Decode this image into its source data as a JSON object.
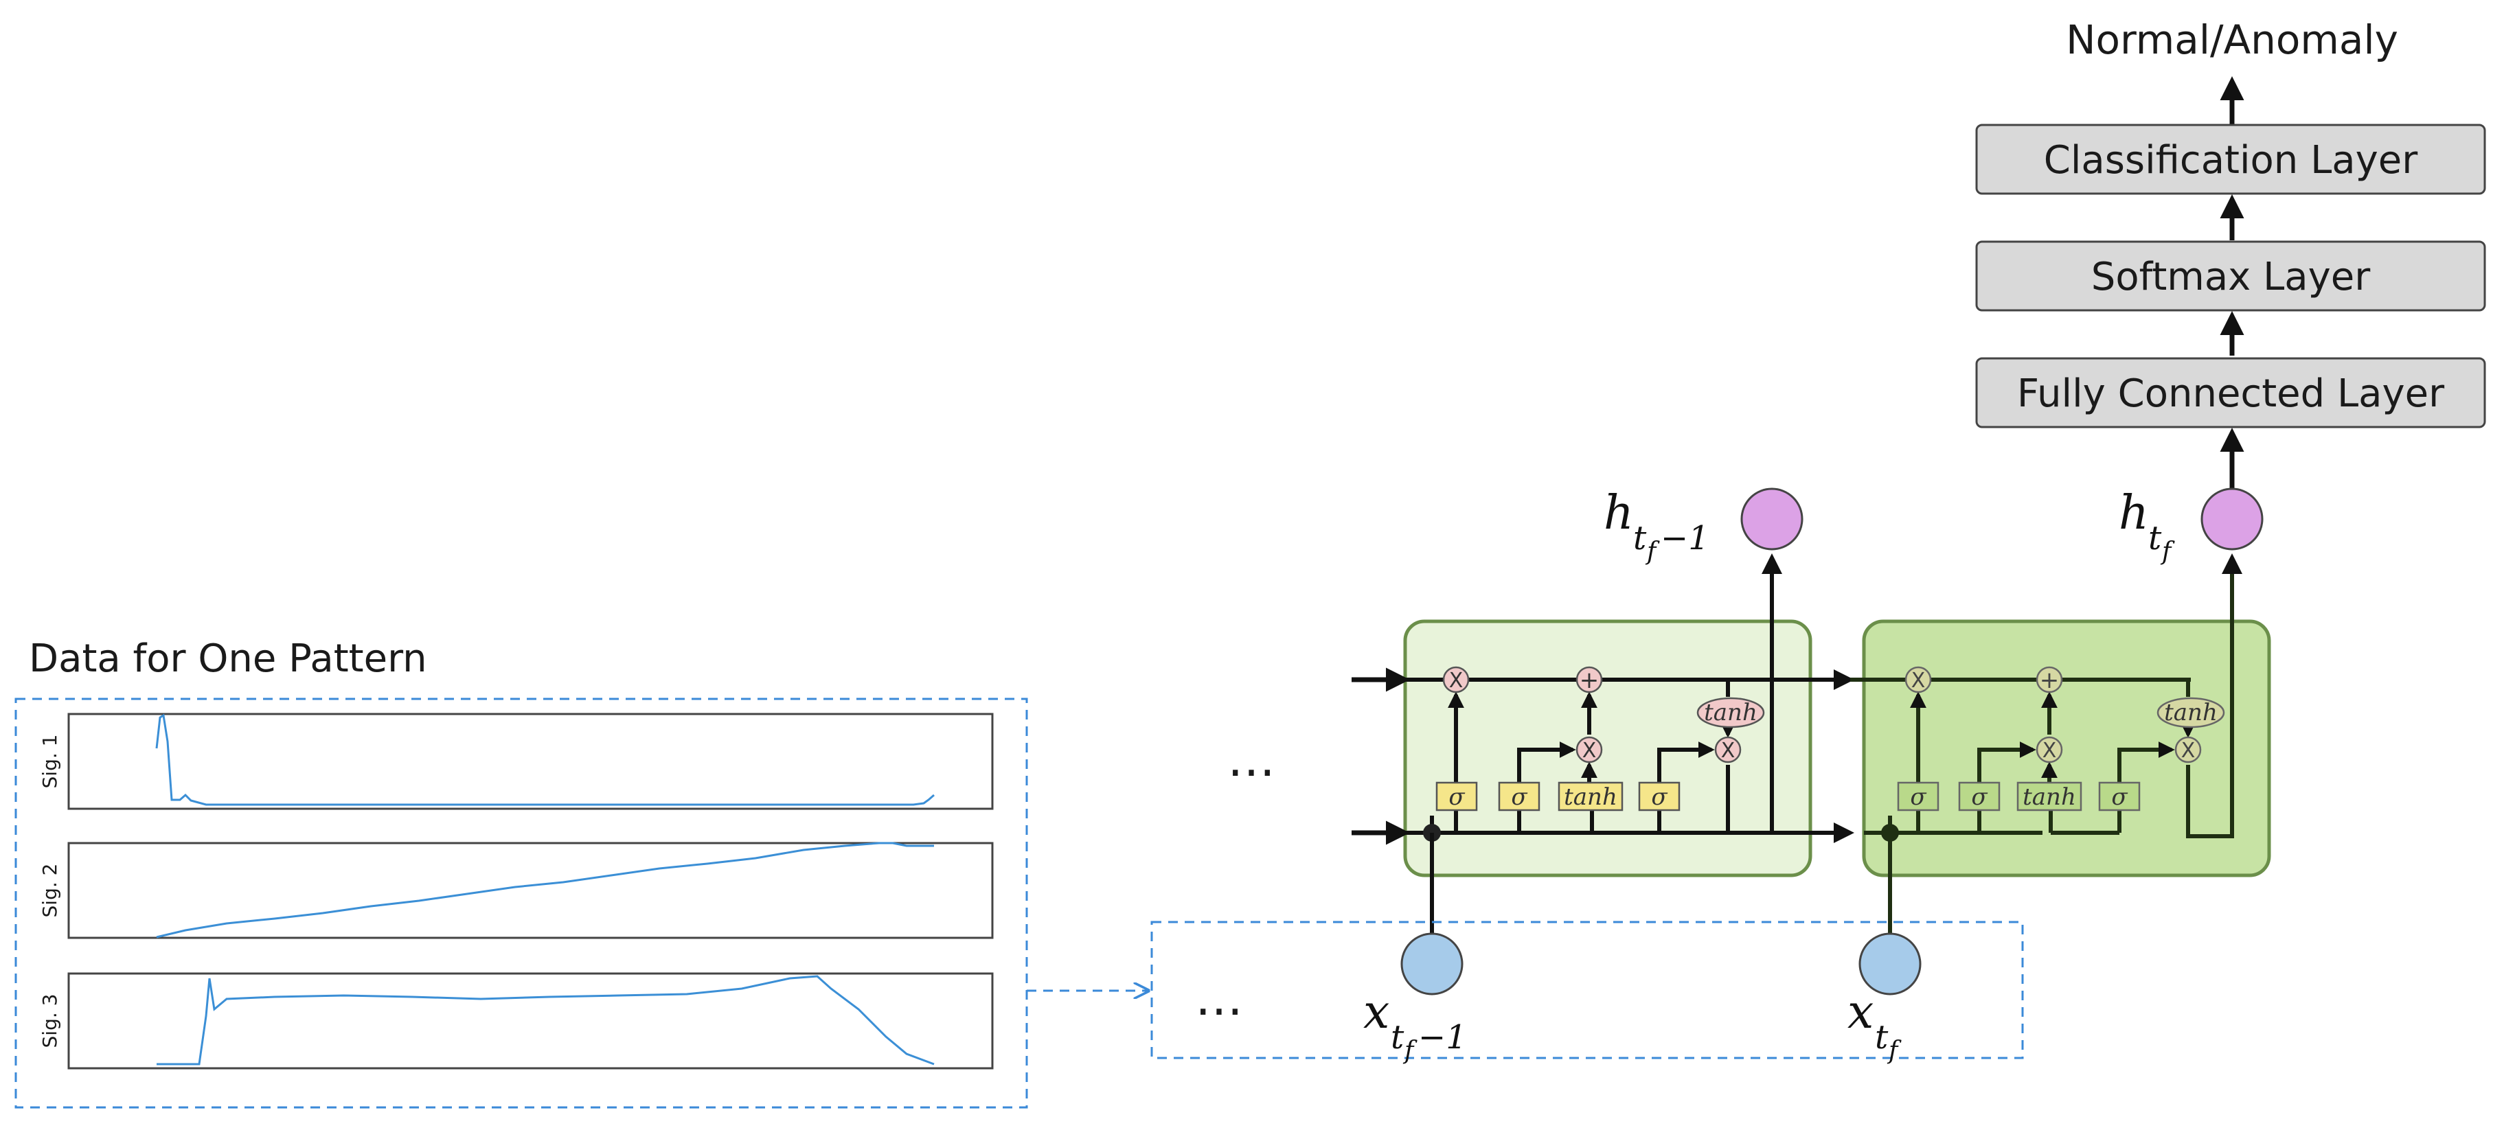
{
  "output_label": "Normal/Anomaly",
  "layers": {
    "classification": "Classification Layer",
    "softmax": "Softmax Layer",
    "fully_connected": "Fully Connected Layer"
  },
  "pattern_title": "Data for One Pattern",
  "signals": [
    "Sig. 1",
    "Sig. 2",
    "Sig. 3"
  ],
  "ellipsis": "…",
  "cell_ellipsis": "…",
  "gates": {
    "sigma": "σ",
    "tanh": "tanh",
    "mult": "X",
    "add": "+"
  },
  "math": {
    "h": "h",
    "x": "x",
    "t": "t",
    "f": "f",
    "minus1": "−1"
  },
  "colors": {
    "cell_prev_fill": "#e8f3da",
    "cell_curr_fill": "#c7e3a4",
    "cell_stroke": "#6b8f4a",
    "gate_fill": "#f5e68a",
    "gate_fill_curr": "#b9d98a",
    "op_fill": "#f1c9c9",
    "op_fill_curr": "#d6d8a3",
    "hidden_node": "#dca2e6",
    "input_node": "#a6cbea",
    "layer_fill": "#d9d9d9",
    "dashed": "#3b8ad8",
    "signal": "#3b8fd6"
  }
}
